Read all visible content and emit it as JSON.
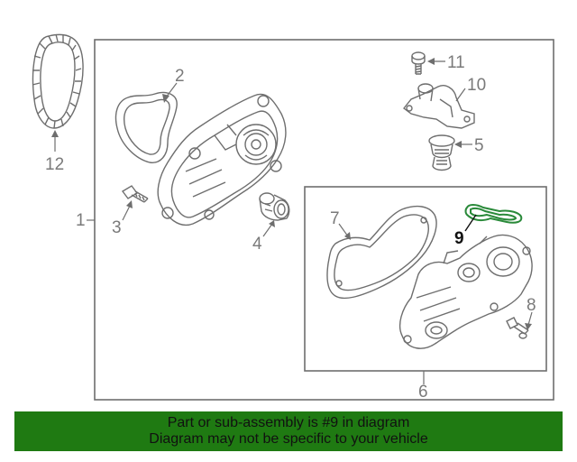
{
  "callouts": {
    "c1": "1",
    "c2": "2",
    "c3": "3",
    "c4": "4",
    "c5": "5",
    "c6": "6",
    "c7": "7",
    "c8": "8",
    "c9": "9",
    "c10": "10",
    "c11": "11",
    "c12": "12"
  },
  "highlighted_part": "9",
  "colors": {
    "line": "#6e6e6e",
    "highlight": "#2a8a3a",
    "banner_bg": "#1f7a12"
  },
  "banner": {
    "line1": "Part or sub-assembly is #9 in diagram",
    "line2": "Diagram may not be specific to your vehicle"
  }
}
